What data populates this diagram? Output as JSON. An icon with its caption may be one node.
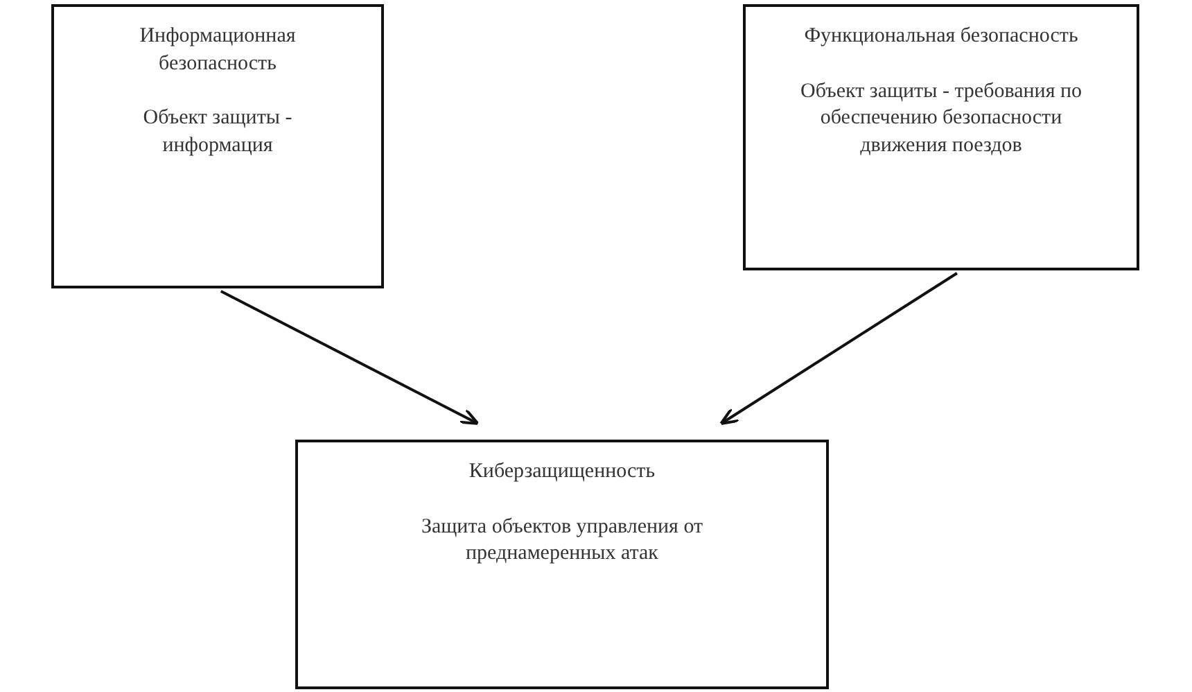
{
  "diagram": {
    "nodes": [
      {
        "text": [
          "Информационная безопасность",
          "Объект защиты - информация"
        ]
      },
      {
        "text": [
          "Функциональная безопасность",
          "Объект защиты - требования по обеспечению безопасности движения поездов"
        ]
      },
      {
        "text": [
          "Киберзащищенность",
          "Защита объектов управления от преднамеренных атак"
        ]
      }
    ],
    "edges": [
      {
        "from": 0,
        "to": 2,
        "arrow": "to"
      },
      {
        "from": 1,
        "to": 2,
        "arrow": "to"
      }
    ]
  }
}
